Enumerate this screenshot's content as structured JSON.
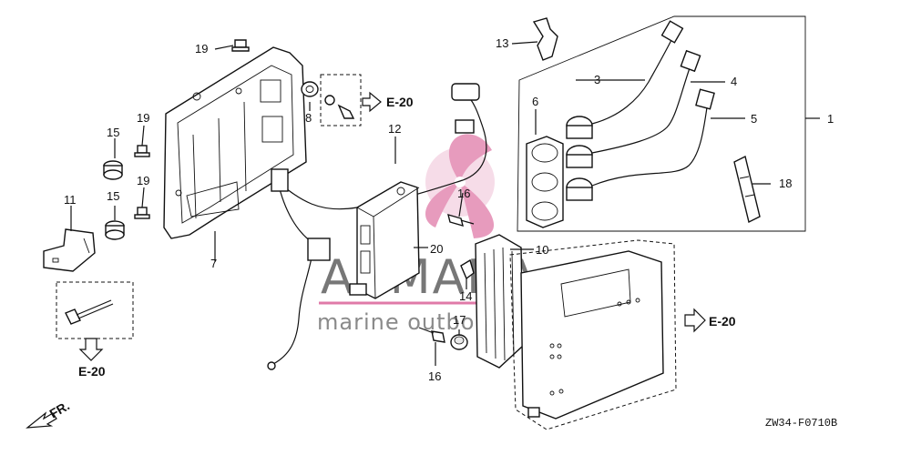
{
  "callouts": {
    "p1": "1",
    "p3": "3",
    "p4": "4",
    "p5": "5",
    "p6": "6",
    "p7": "7",
    "p8": "8",
    "p10": "10",
    "p11": "11",
    "p12": "12",
    "p13": "13",
    "p14": "14",
    "p15a": "15",
    "p15b": "15",
    "p16a": "16",
    "p16b": "16",
    "p17": "17",
    "p18": "18",
    "p19a": "19",
    "p19b": "19",
    "p19c": "19",
    "p20": "20"
  },
  "references": {
    "e20_top": "E-20",
    "e20_left": "E-20",
    "e20_right": "E-20"
  },
  "front_marker": "FR.",
  "diagram_code": "ZW34-F0710B",
  "watermark": {
    "brand": "ARMADA",
    "tagline": "marine outboards",
    "colors": {
      "logo_pink": "#e07aa8",
      "brand_grey": "#777777"
    }
  }
}
